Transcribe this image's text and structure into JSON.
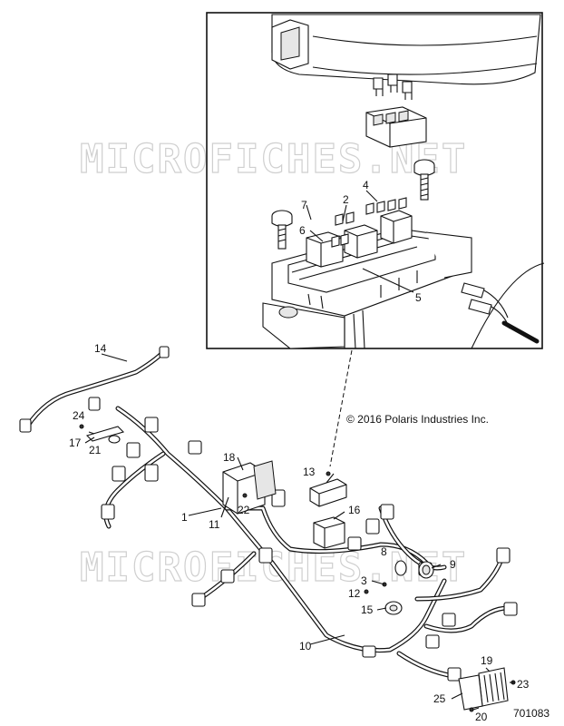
{
  "watermark": "MICROFICHES.NET",
  "copyright": "© 2016 Polaris Industries Inc.",
  "drawing_number": "701083",
  "callouts": [
    "1",
    "2",
    "3",
    "4",
    "5",
    "6",
    "7",
    "8",
    "9",
    "10",
    "11",
    "12",
    "13",
    "14",
    "15",
    "16",
    "17",
    "18",
    "19",
    "20",
    "21",
    "22",
    "23",
    "24",
    "25"
  ]
}
